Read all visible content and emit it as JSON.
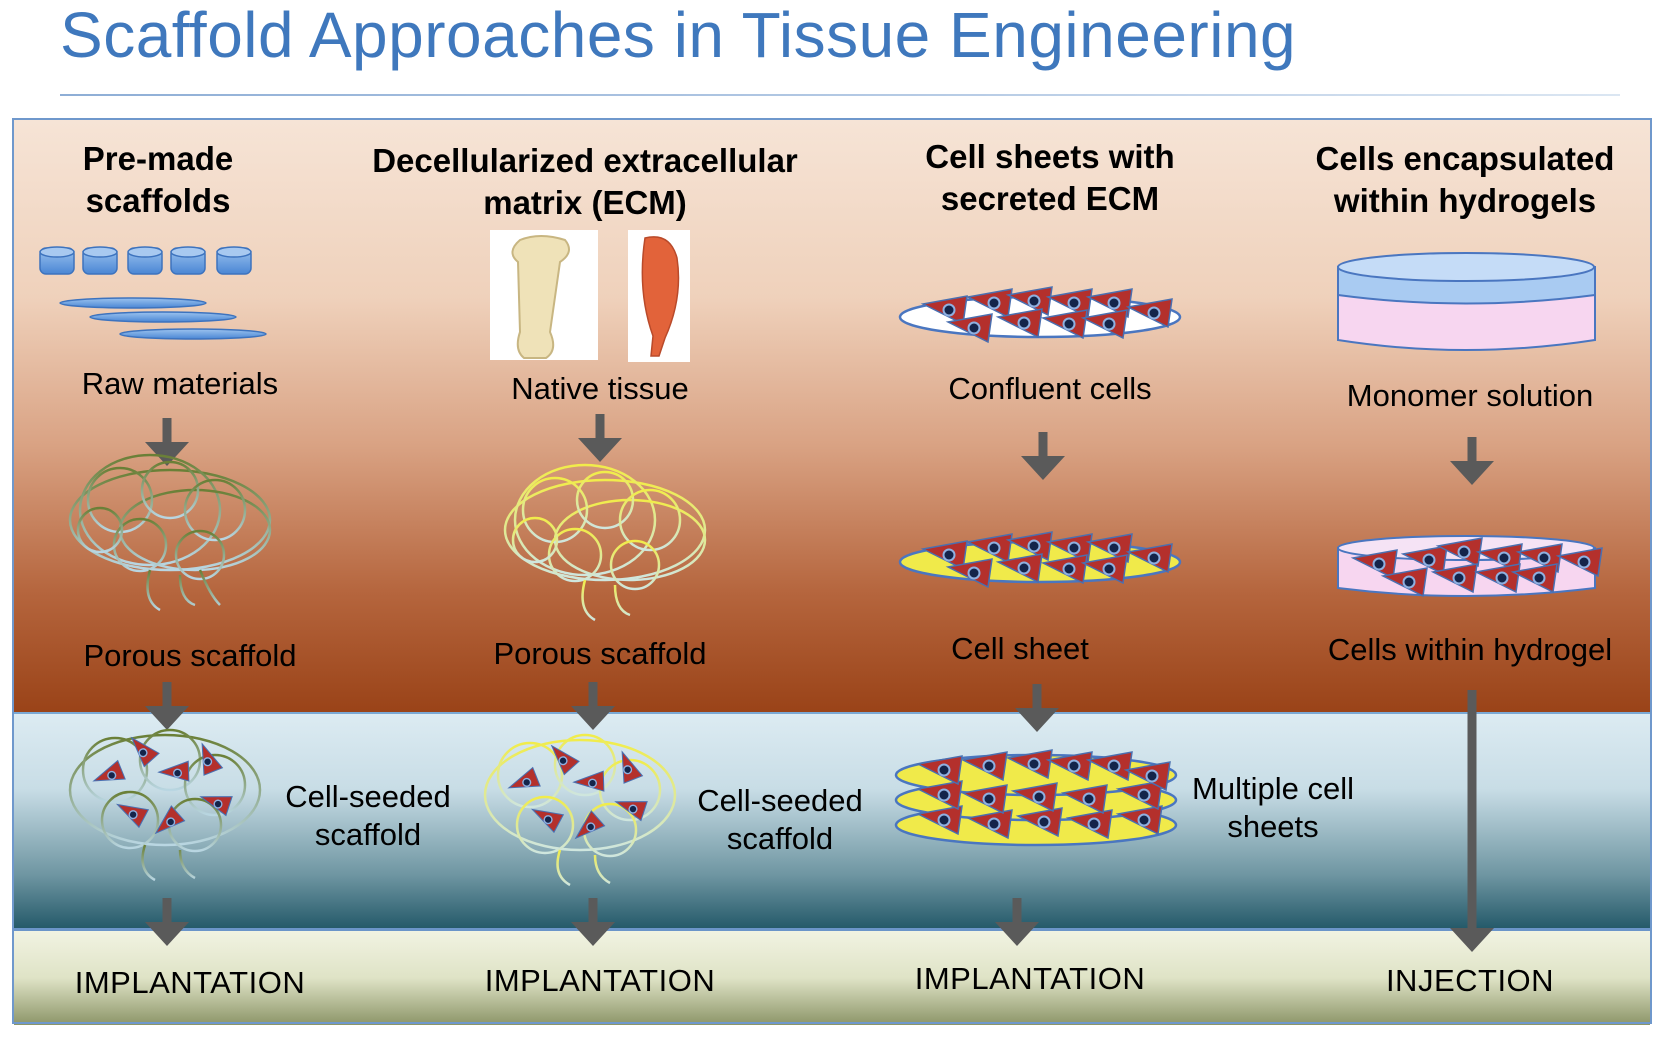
{
  "title": "Scaffold Approaches in Tissue Engineering",
  "colors": {
    "title": "#3f78bd",
    "arrow": "#5a5a5a",
    "cell": "#b4302c",
    "nucleus": "#14244a",
    "material_blue": "#5b9be0",
    "scaffold_green": "#6f8a4a",
    "scaffold_yellow": "#e9e85a",
    "hydrogel_pink": "#f7d6f0"
  },
  "columns": [
    {
      "heading_line1": "Pre-made",
      "heading_line2": "scaffolds",
      "step1": "Raw materials",
      "step2": "Porous scaffold",
      "step3_line1": "Cell-seeded",
      "step3_line2": "scaffold",
      "final": "IMPLANTATION",
      "icons": [
        "raw-materials-icon",
        "porous-scaffold-icon",
        "cell-seeded-scaffold-icon"
      ]
    },
    {
      "heading_line1": "Decellularized extracellular",
      "heading_line2": "matrix (ECM)",
      "step1": "Native tissue",
      "step2": "Porous scaffold",
      "step3_line1": "Cell-seeded",
      "step3_line2": "scaffold",
      "final": "IMPLANTATION",
      "icons": [
        "bone-icon",
        "muscle-icon",
        "decellularized-scaffold-icon",
        "cell-seeded-scaffold-icon"
      ]
    },
    {
      "heading_line1": "Cell sheets with",
      "heading_line2": "secreted ECM",
      "step1": "Confluent cells",
      "step2": "Cell sheet",
      "step3_line1": "Multiple cell",
      "step3_line2": "sheets",
      "final": "IMPLANTATION",
      "icons": [
        "confluent-cells-icon",
        "cell-sheet-icon",
        "stacked-cell-sheets-icon"
      ]
    },
    {
      "heading_line1": "Cells encapsulated",
      "heading_line2": "within hydrogels",
      "step1": "Monomer solution",
      "step2": "Cells within hydrogel",
      "final": "INJECTION",
      "icons": [
        "petri-dish-icon",
        "hydrogel-cells-icon"
      ]
    }
  ]
}
